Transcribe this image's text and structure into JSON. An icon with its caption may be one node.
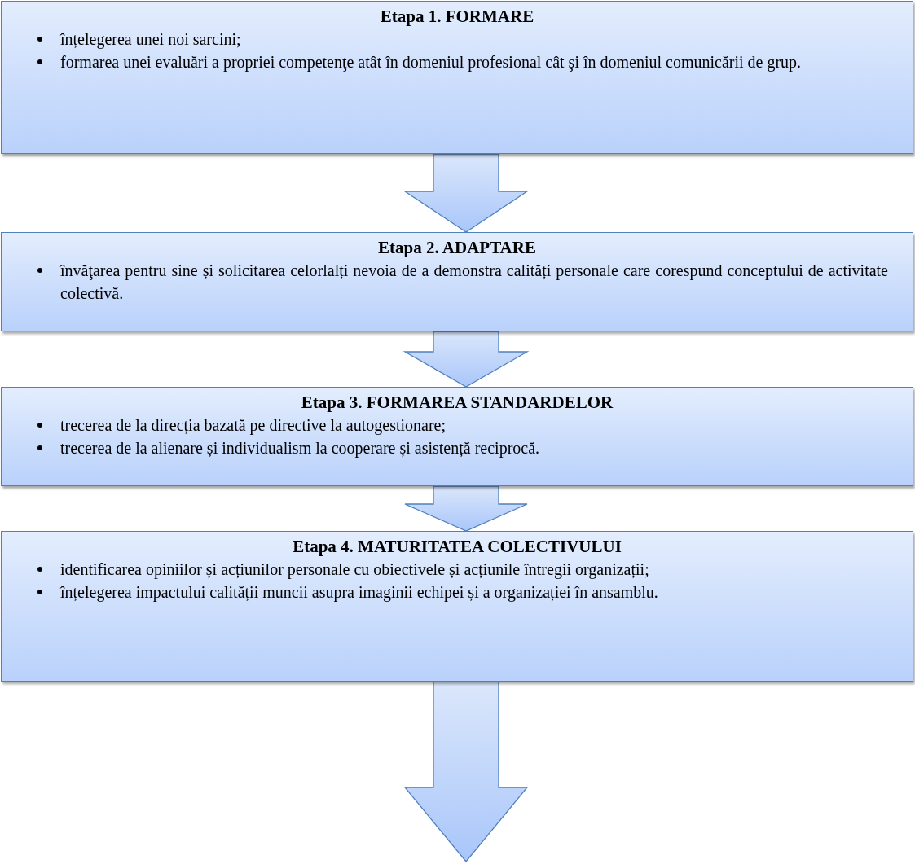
{
  "diagram": {
    "nodes": [
      {
        "text": [
          "Etapa 1. FORMARE",
          "înțelegerea unei noi sarcini;",
          "formarea unei evaluări a propriei competenţe atât în domeniul profesional cât şi în domeniul comunicării de grup."
        ]
      },
      {
        "text": [
          "Etapa 2. ADAPTARE",
          "învăţarea pentru sine și solicitarea celorlalți nevoia de a demonstra calități personale care corespund conceptului de activitate colectivă."
        ]
      },
      {
        "text": [
          "Etapa 3. FORMAREA STANDARDELOR",
          "trecerea de la direcția bazată pe directive la autogestionare;",
          "trecerea de la alienare și individualism la cooperare și asistență reciprocă."
        ]
      },
      {
        "text": [
          "Etapa 4. MATURITATEA COLECTIVULUI",
          "identificarea opiniilor și acțiunilor personale cu obiectivele și acțiunile întregii organizații;",
          "înțelegerea impactului calității muncii asupra imaginii echipei și a organizației în ansamblu."
        ]
      }
    ],
    "edges": [
      {
        "from": 0,
        "to": 1,
        "arrow": "to"
      },
      {
        "from": 1,
        "to": 2,
        "arrow": "to"
      },
      {
        "from": 2,
        "to": 3,
        "arrow": "to"
      },
      {
        "from": 3,
        "to": null,
        "arrow": "to"
      }
    ]
  }
}
